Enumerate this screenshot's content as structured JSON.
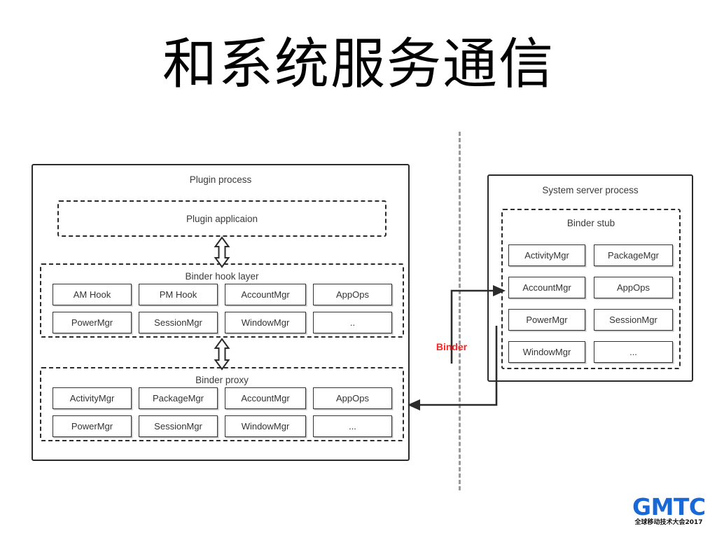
{
  "slide": {
    "title": "和系统服务通信"
  },
  "diagram": {
    "type": "block-diagram",
    "connector_label": "Binder",
    "connector_label_color": "#ff2222",
    "divider": "dashed-process-boundary",
    "left": {
      "title": "Plugin process",
      "sections": [
        {
          "title": "Plugin applicaion",
          "cells": []
        },
        {
          "title": "Binder hook layer",
          "cells": [
            "AM Hook",
            "PM Hook",
            "AccountMgr",
            "AppOps",
            "PowerMgr",
            "SessionMgr",
            "WindowMgr",
            ".."
          ]
        },
        {
          "title": "Binder proxy",
          "cells": [
            "ActivityMgr",
            "PackageMgr",
            "AccountMgr",
            "AppOps",
            "PowerMgr",
            "SessionMgr",
            "WindowMgr",
            "..."
          ]
        }
      ]
    },
    "right": {
      "title": "System server process",
      "sections": [
        {
          "title": "Binder stub",
          "cells": [
            "ActivityMgr",
            "PackageMgr",
            "AccountMgr",
            "AppOps",
            "PowerMgr",
            "SessionMgr",
            "WindowMgr",
            "..."
          ]
        }
      ]
    }
  },
  "logo": {
    "wordmark": "GMTC",
    "tagline": "全球移动技术大会2017",
    "color": "#1868d6"
  }
}
